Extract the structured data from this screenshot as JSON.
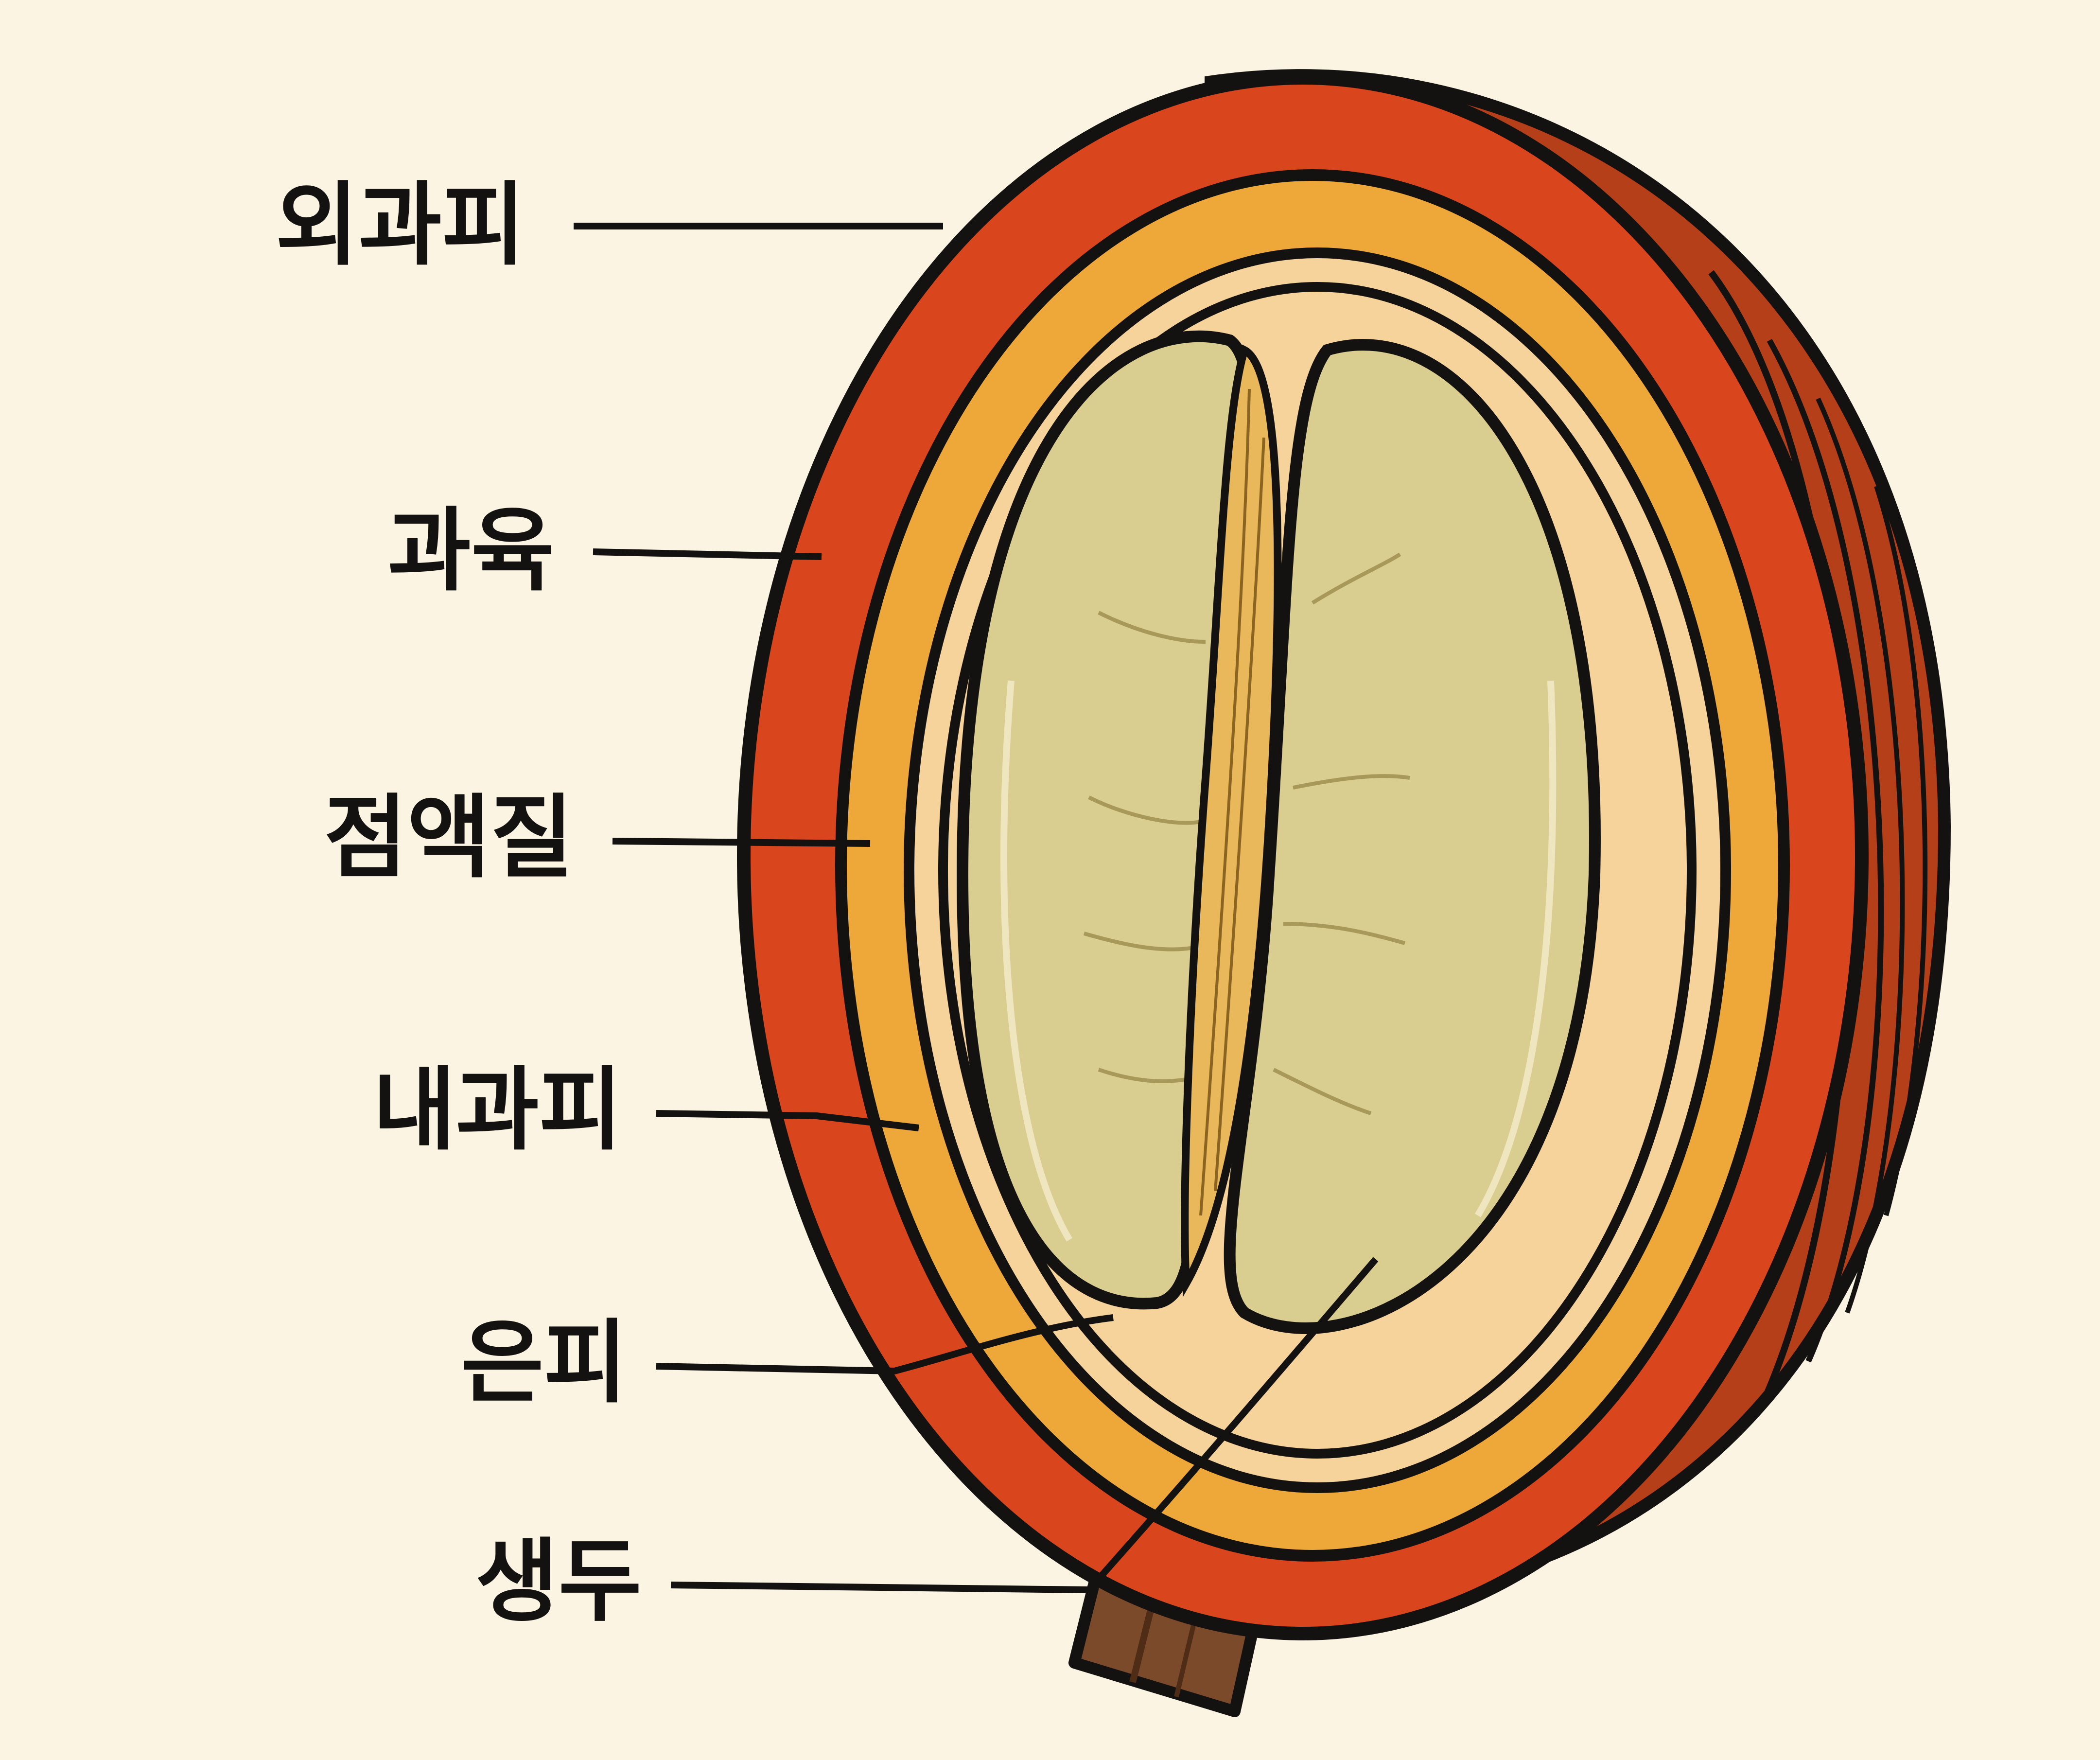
{
  "diagram": {
    "subject": "coffee-cherry-cross-section",
    "labels": [
      {
        "id": "exocarp",
        "text": "외과피"
      },
      {
        "id": "mesocarp",
        "text": "과육"
      },
      {
        "id": "mucilage",
        "text": "점액질"
      },
      {
        "id": "endocarp",
        "text": "내과피"
      },
      {
        "id": "silverskin",
        "text": "은피"
      },
      {
        "id": "green-bean",
        "text": "생두"
      }
    ],
    "colors": {
      "background": "#fbf4e2",
      "skin": "#d9461e",
      "skin_side": "#b53f18",
      "pulp": "#eea83a",
      "mucilage": "#f6d39a",
      "bean": "#d9cd8f",
      "outline": "#141210",
      "stem": "#7a4a2a"
    }
  }
}
